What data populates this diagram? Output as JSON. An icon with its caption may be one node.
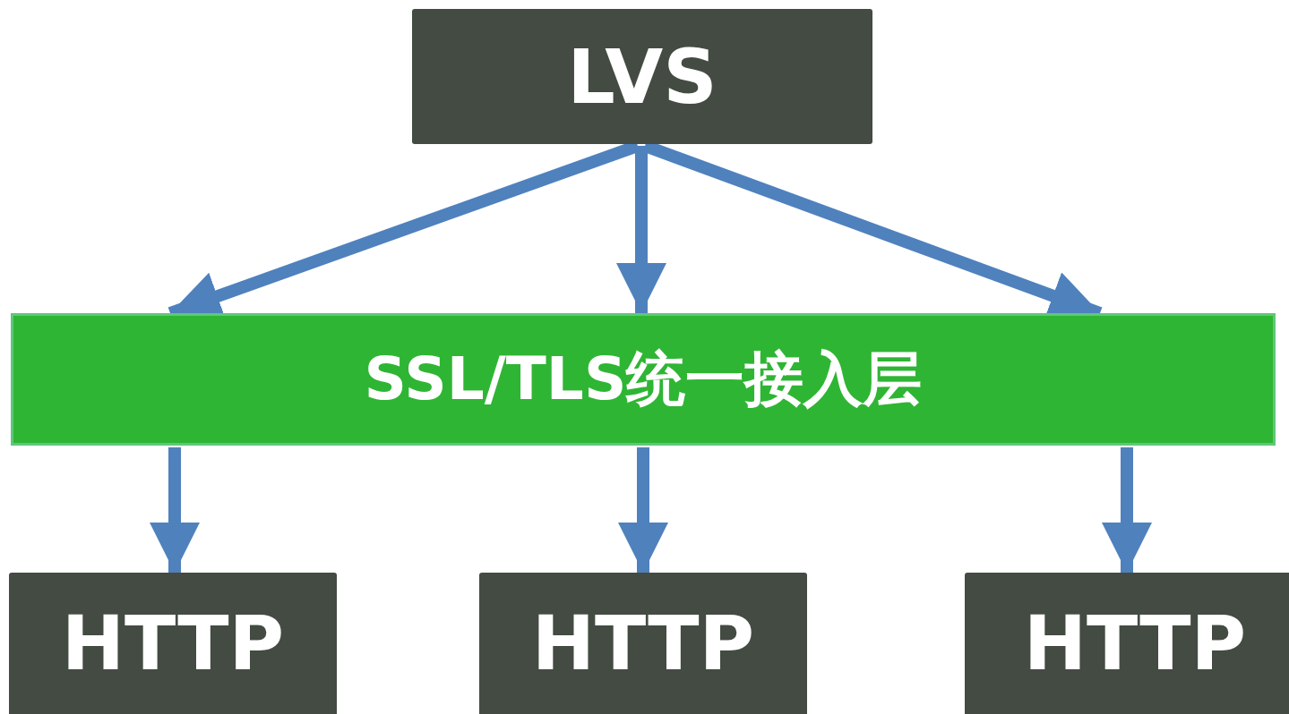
{
  "diagram": {
    "nodes": [
      {
        "text": [
          "LVS"
        ]
      },
      {
        "text": [
          "SSL/TLS统一接入层"
        ]
      },
      {
        "text": [
          "HTTP"
        ]
      },
      {
        "text": [
          "HTTP"
        ]
      },
      {
        "text": [
          "HTTP"
        ]
      }
    ],
    "edges": [
      {
        "from": 0,
        "to": 1,
        "arrow": "to"
      },
      {
        "from": 0,
        "to": 1,
        "arrow": "to"
      },
      {
        "from": 0,
        "to": 1,
        "arrow": "to"
      },
      {
        "from": 1,
        "to": 2,
        "arrow": "to"
      },
      {
        "from": 1,
        "to": 3,
        "arrow": "to"
      },
      {
        "from": 1,
        "to": 4,
        "arrow": "to"
      }
    ]
  }
}
